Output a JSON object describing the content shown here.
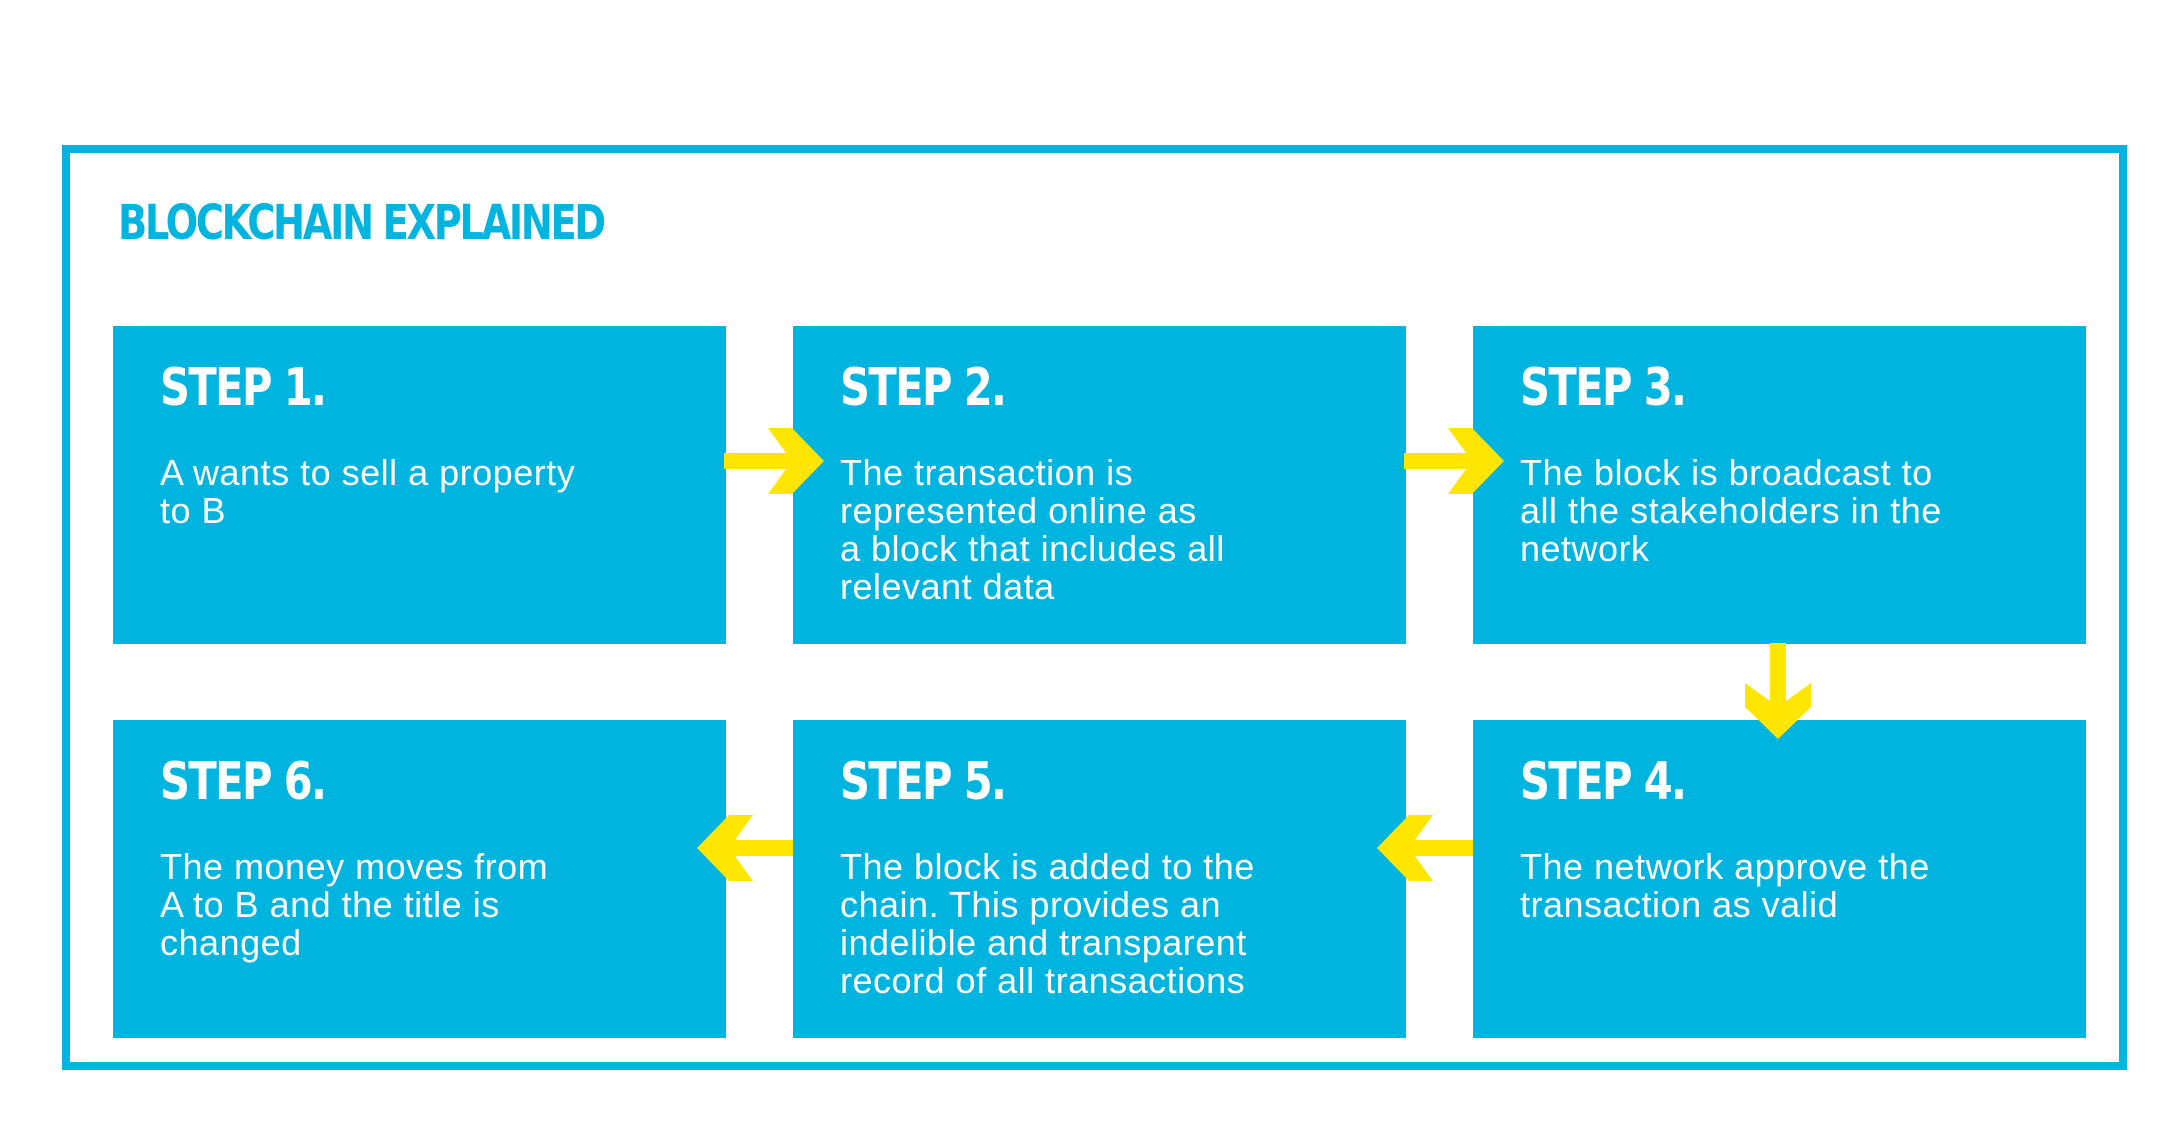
{
  "title": "BLOCKCHAIN EXPLAINED",
  "colors": {
    "box": "#00b4e0",
    "border": "#00b4e0",
    "arrow": "#ffe600",
    "text": "#ffffff"
  },
  "steps": [
    {
      "label": "STEP 1.",
      "text": "A wants to sell a property\nto B"
    },
    {
      "label": "STEP 2.",
      "text": "The transaction is\nrepresented online as\na block that includes all\nrelevant data"
    },
    {
      "label": "STEP 3.",
      "text": "The block is broadcast to\nall the stakeholders in the\nnetwork"
    },
    {
      "label": "STEP 4.",
      "text": "The network approve the\ntransaction as valid"
    },
    {
      "label": "STEP 5.",
      "text": "The block is added to the\nchain. This provides an\nindelible and transparent\nrecord of all transactions"
    },
    {
      "label": "STEP 6.",
      "text": "The money moves from\nA to B and the title is\nchanged"
    }
  ],
  "arrows": [
    {
      "from": "STEP 1.",
      "to": "STEP 2.",
      "direction": "right"
    },
    {
      "from": "STEP 2.",
      "to": "STEP 3.",
      "direction": "right"
    },
    {
      "from": "STEP 3.",
      "to": "STEP 4.",
      "direction": "down"
    },
    {
      "from": "STEP 4.",
      "to": "STEP 5.",
      "direction": "left"
    },
    {
      "from": "STEP 5.",
      "to": "STEP 6.",
      "direction": "left"
    }
  ]
}
